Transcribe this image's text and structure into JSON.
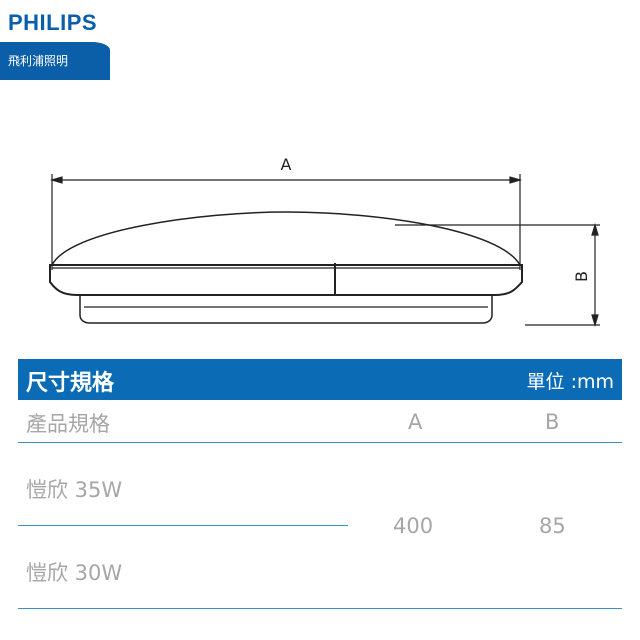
{
  "logo": {
    "brand": "PHILIPS",
    "subtitle": "飛利浦照明"
  },
  "diagram": {
    "label_a": "A",
    "label_b": "B"
  },
  "table": {
    "title": "尺寸規格",
    "unit": "單位 :mm",
    "columns": [
      "產品規格",
      "A",
      "B"
    ],
    "rows": [
      {
        "name": "愷欣 35W"
      },
      {
        "name": "愷欣 30W"
      }
    ],
    "merged_values": {
      "A": "400",
      "B": "85"
    }
  },
  "colors": {
    "brand": "#0b5ea8",
    "header": "#0b6bb5"
  }
}
